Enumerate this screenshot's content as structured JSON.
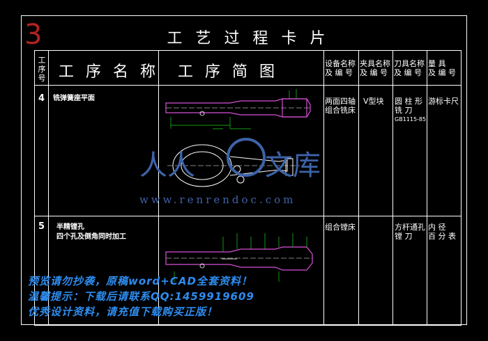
{
  "sheet_number": "3",
  "title": "工 艺 过 程 卡 片",
  "headers": {
    "step_no": [
      "工",
      "序",
      "号"
    ],
    "step_name": "工 序 名 称",
    "step_sketch": "工  序  简  图",
    "equipment": [
      "设备名称",
      "及 编 号"
    ],
    "fixture": [
      "夹具名称",
      "及 编 号"
    ],
    "cutting_tool": [
      "刀具名称",
      "及 编 号"
    ],
    "gauge": [
      "量  具",
      "及 编 号"
    ]
  },
  "rows": [
    {
      "no": "4",
      "name": "铣弹簧座平面",
      "equipment": [
        "两面四轴",
        "组合铣床"
      ],
      "fixture": "V型块",
      "tool": [
        "圆 柱 形",
        "铣    刀",
        "GB1115-85"
      ],
      "gauge": "游标卡尺"
    },
    {
      "no": "5",
      "name_lines": [
        "半精镗孔",
        "四个孔及倒角同时加工"
      ],
      "equipment": "组合镗床",
      "fixture": "",
      "tool": [
        "方杆通孔",
        "镗    刀"
      ],
      "gauge": [
        "内    径",
        "百 分 表"
      ]
    }
  ],
  "watermark": {
    "text_left": "人人",
    "text_right": "文库",
    "url": "www.renrendoc.com"
  },
  "promo_lines": [
    "预览请勿抄袭，原稿word+CAD全套资料！",
    "温馨提示：下载后请联系QQ:1459919609",
    "优秀设计资料，请充值下载购买正版！"
  ],
  "colors": {
    "line": "#ffffff",
    "part": "#d64fd6",
    "dim": "#20d020",
    "number3": "#b32222",
    "promo": "#2e8df0"
  }
}
